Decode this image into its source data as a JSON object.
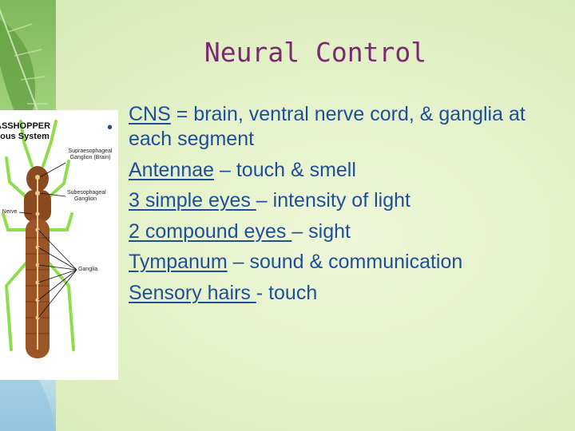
{
  "slide": {
    "title": "Neural Control",
    "bullets": [
      {
        "term": "CNS",
        "rest": " = brain, ventral nerve cord, & ganglia at each segment"
      },
      {
        "term": "Antennae",
        "rest": " – touch & smell"
      },
      {
        "term": "3 simple eyes ",
        "rest": "– intensity of light"
      },
      {
        "term": "2 compound eyes ",
        "rest": "– sight"
      },
      {
        "term": "Tympanum",
        "rest": " – sound & communication"
      },
      {
        "term": "Sensory hairs ",
        "rest": "- touch"
      }
    ]
  },
  "diagram": {
    "caption_line1": "ASSHOPPER",
    "caption_line2": "vous System",
    "label_supra": "Supraesophageal Ganglion (Brain)",
    "label_sub": "Subesophageal Ganglion",
    "label_nerve": "Nerve",
    "label_ganglia": "Ganglia"
  },
  "colors": {
    "title": "#7b2a72",
    "text": "#1f4f98",
    "background": "#e4f1c9",
    "insect_body": "#8a4a1f",
    "insect_limbs": "#9adf5a"
  }
}
